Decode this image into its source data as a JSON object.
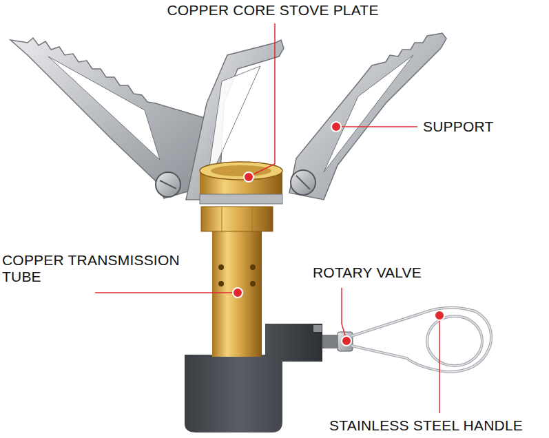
{
  "diagram": {
    "labels": [
      "COPPER CORE STOVE PLATE",
      "SUPPORT",
      "COPPER TRANSMISSION TUBE",
      "ROTARY VALVE",
      "STAINLESS STEEL HANDLE"
    ]
  }
}
